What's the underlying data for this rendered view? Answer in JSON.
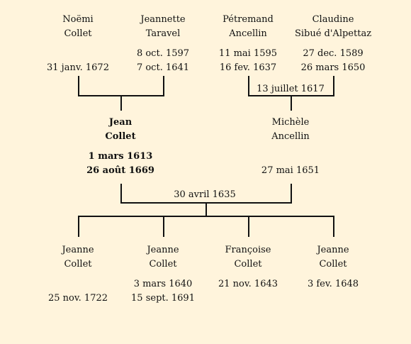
{
  "colors": {
    "background": "#fff4dc",
    "text": "#111111",
    "lines": "#111111"
  },
  "grandparents": [
    {
      "first": "Noëmi",
      "last": "Collet",
      "birth": "",
      "death": "31 janv. 1672"
    },
    {
      "first": "Jeannette",
      "last": "Taravel",
      "birth": "8 oct. 1597",
      "death": "7 oct. 1641"
    },
    {
      "first": "Pétremand",
      "last": "Ancellin",
      "birth": "11 mai 1595",
      "death": "16 fev. 1637"
    },
    {
      "first": "Claudine",
      "last": "Sibué d'Alpettaz",
      "birth": "27 dec. 1589",
      "death": "26 mars 1650"
    }
  ],
  "grandparent_marriages": {
    "paternal": "",
    "maternal": "13 juillet 1617"
  },
  "parents": [
    {
      "first": "Jean",
      "last": "Collet",
      "birth": "1 mars 1613",
      "death": "26 août 1669"
    },
    {
      "first": "Michèle",
      "last": "Ancellin",
      "birth": "",
      "death": "27 mai 1651"
    }
  ],
  "parent_marriage": "30 avril 1635",
  "children": [
    {
      "first": "Jeanne",
      "last": "Collet",
      "birth": "",
      "death": "25 nov. 1722"
    },
    {
      "first": "Jeanne",
      "last": "Collet",
      "birth": "3 mars 1640",
      "death": "15 sept. 1691"
    },
    {
      "first": "Françoise",
      "last": "Collet",
      "birth": "21 nov. 1643",
      "death": ""
    },
    {
      "first": "Jeanne",
      "last": "Collet",
      "birth": "3 fev. 1648",
      "death": ""
    }
  ]
}
